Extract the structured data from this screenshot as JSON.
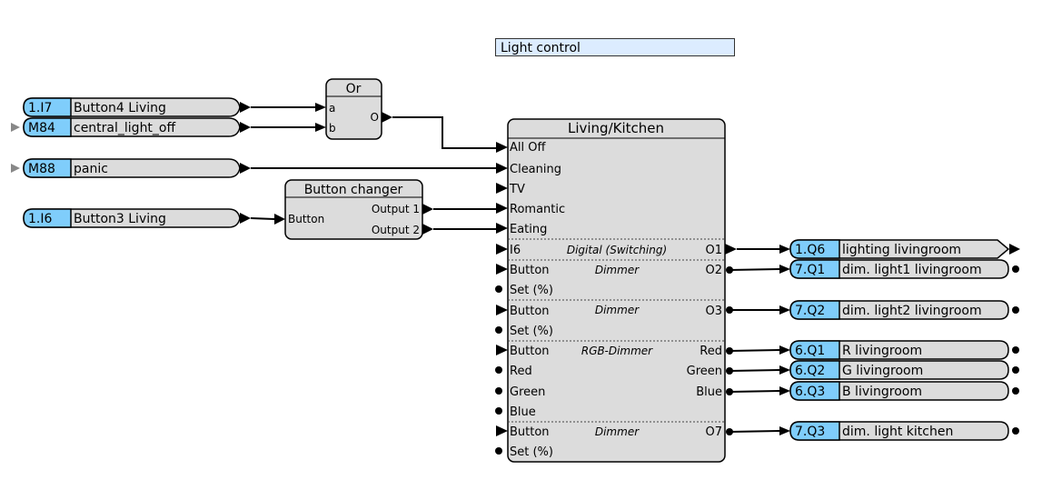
{
  "title": "Light control",
  "inputs": [
    {
      "id": "1.I7",
      "label": "Button4 Living",
      "type": "input"
    },
    {
      "id": "M84",
      "label": "central_light_off",
      "type": "marker"
    },
    {
      "id": "M88",
      "label": "panic",
      "type": "marker"
    },
    {
      "id": "1.I6",
      "label": "Button3 Living",
      "type": "input"
    }
  ],
  "or_block": {
    "title": "Or",
    "inputs": [
      "a",
      "b"
    ],
    "output": "O"
  },
  "button_changer": {
    "title": "Button changer",
    "input": "Button",
    "outputs": [
      "Output 1",
      "Output 2"
    ]
  },
  "main_block": {
    "title": "Living/Kitchen",
    "scene_inputs": [
      "All Off",
      "Cleaning",
      "TV",
      "Romantic",
      "Eating"
    ],
    "channels": [
      {
        "mode": "Digital (Switching)",
        "inputs": [
          "I6"
        ],
        "outputs": [
          "O1"
        ]
      },
      {
        "mode": "Dimmer",
        "inputs": [
          "Button",
          "Set (%)"
        ],
        "outputs": [
          "O2"
        ]
      },
      {
        "mode": "Dimmer",
        "inputs": [
          "Button",
          "Set (%)"
        ],
        "outputs": [
          "O3"
        ]
      },
      {
        "mode": "RGB-Dimmer",
        "inputs": [
          "Button",
          "Red",
          "Green",
          "Blue"
        ],
        "outputs": [
          "Red",
          "Green",
          "Blue"
        ]
      },
      {
        "mode": "Dimmer",
        "inputs": [
          "Button",
          "Set (%)"
        ],
        "outputs": [
          "O7"
        ]
      }
    ]
  },
  "outputs": [
    {
      "id": "1.Q6",
      "label": "lighting livingroom"
    },
    {
      "id": "7.Q1",
      "label": "dim. light1 livingroom"
    },
    {
      "id": "7.Q2",
      "label": "dim. light2 livingroom"
    },
    {
      "id": "6.Q1",
      "label": "R livingroom"
    },
    {
      "id": "6.Q2",
      "label": "G livingroom"
    },
    {
      "id": "6.Q3",
      "label": "B livingroom"
    },
    {
      "id": "7.Q3",
      "label": "dim. light kitchen"
    }
  ],
  "colors": {
    "tag": "#7fcdfb",
    "block": "#dcdcdc",
    "title_bg": "#dcecff"
  }
}
